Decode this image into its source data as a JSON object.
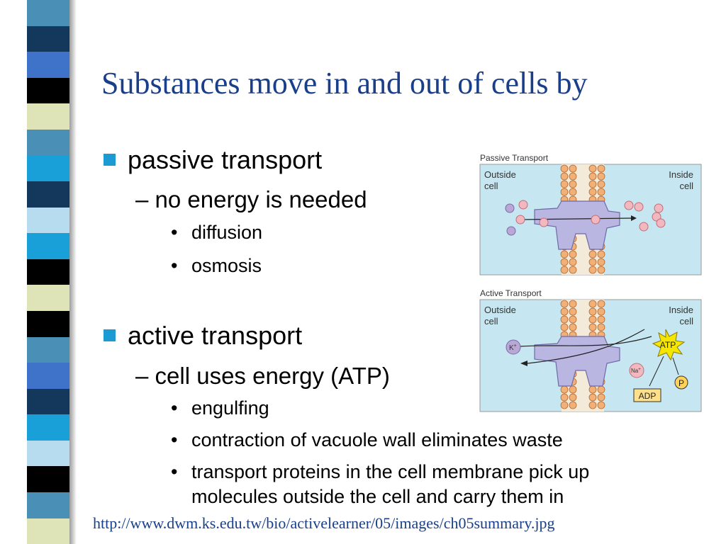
{
  "slide": {
    "title": "Substances move in and out of cells by",
    "passive": {
      "heading": "passive transport",
      "sub": "no energy is needed",
      "bullets": [
        "diffusion",
        "osmosis"
      ]
    },
    "active": {
      "heading": "active transport",
      "sub": "cell uses energy (ATP)",
      "bullets": [
        "engulfing",
        "contraction of vacuole wall eliminates waste",
        "transport proteins in the cell membrane pick up",
        "molecules outside the cell and carry them in"
      ]
    },
    "source_url": "http://www.dwm.ks.edu.tw/bio/activelearner/05/images/ch05summary.jpg"
  },
  "figures": {
    "passive": {
      "label": "Passive Transport",
      "outside_1": "Outside",
      "outside_2": "cell",
      "inside_1": "Inside",
      "inside_2": "cell"
    },
    "active": {
      "label": "Active Transport",
      "outside_1": "Outside",
      "outside_2": "cell",
      "inside_1": "Inside",
      "inside_2": "cell",
      "k": "K",
      "k_sup": "+",
      "na": "Na",
      "na_sup": "+",
      "atp": "ATP",
      "adp": "ADP",
      "p": "P"
    }
  },
  "colors": {
    "title": "#1a3f8a",
    "bullet": "#1b9ad4",
    "strip": [
      "#4a8fb5",
      "#14385c",
      "#3e73c9",
      "#000000",
      "#dfe4b8",
      "#4a8fb5",
      "#1aa0d8",
      "#14385c",
      "#b7dcf0",
      "#1aa0d8",
      "#000000",
      "#dfe4b8",
      "#000000",
      "#4a8fb5",
      "#3e73c9",
      "#14385c",
      "#1aa0d8",
      "#b7dcf0",
      "#000000",
      "#4a8fb5",
      "#dfe4b8"
    ]
  }
}
